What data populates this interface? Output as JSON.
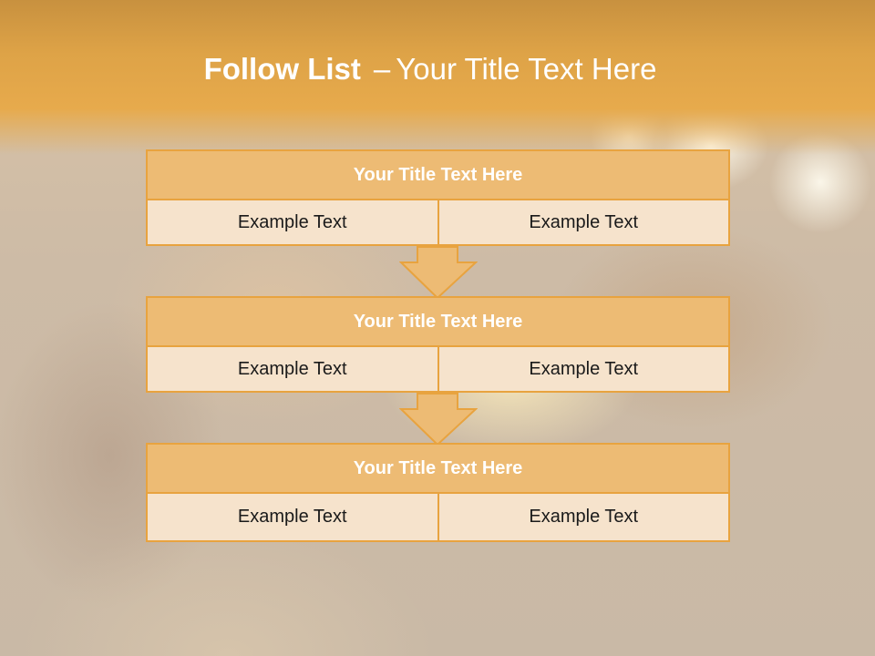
{
  "header": {
    "title_bold": "Follow List",
    "title_separator": "–",
    "title_rest": "Your Title Text Here"
  },
  "blocks": [
    {
      "title": "Your Title Text Here",
      "cells": [
        "Example Text",
        "Example Text"
      ]
    },
    {
      "title": "Your Title Text Here",
      "cells": [
        "Example Text",
        "Example Text"
      ]
    },
    {
      "title": "Your Title Text Here",
      "cells": [
        "Example Text",
        "Example Text"
      ]
    }
  ],
  "colors": {
    "accent": "#e8a33f",
    "title_fill": "#edbb74",
    "cell_fill": "#f6e3cc",
    "header_band": "#e7aa4c"
  },
  "icons": [
    "down-arrow-icon",
    "down-arrow-icon"
  ]
}
